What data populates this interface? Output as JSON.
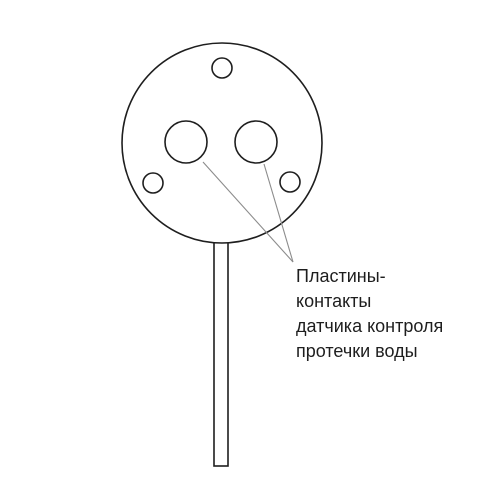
{
  "diagram": {
    "label_lines": [
      "Пластины-",
      "контакты",
      "датчика контроля",
      "протечки воды"
    ],
    "stroke_color": "#1e1e1e",
    "line_color": "#8c8c8c",
    "background": "#ffffff"
  }
}
